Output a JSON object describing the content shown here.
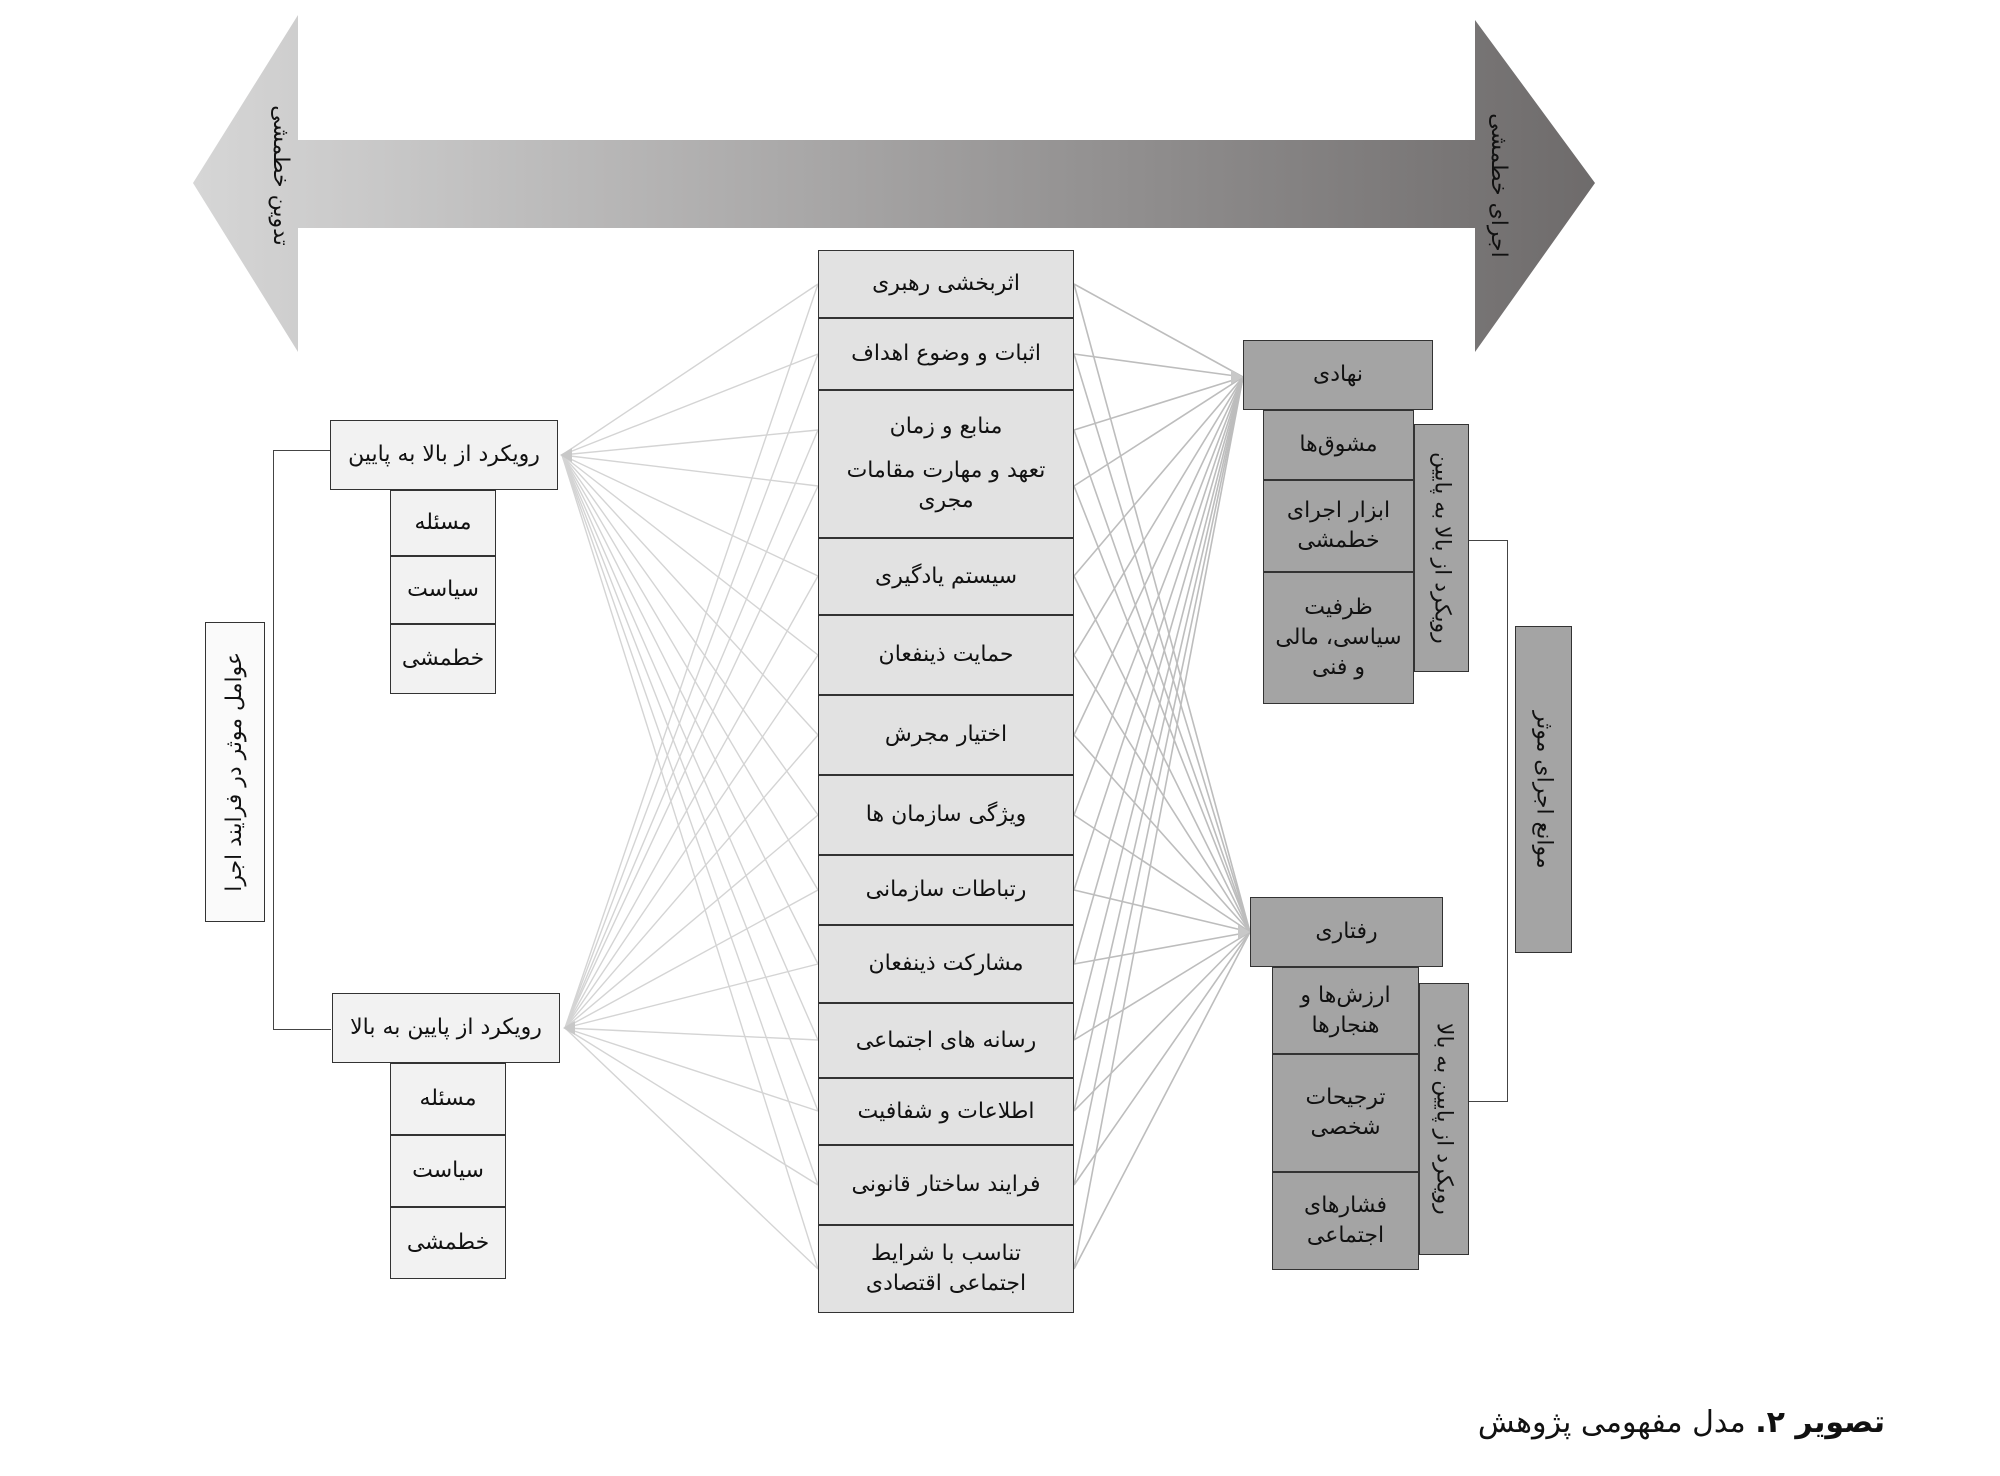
{
  "arrow": {
    "left_label": "تدوین خطمشی",
    "right_label": "اجرای خطمشی"
  },
  "left": {
    "side_label": "عوامل موثر در فرایند اجرا",
    "top_down": {
      "title": "رویکرد از بالا به پایین",
      "items": [
        "مسئله",
        "سیاست",
        "خطمشی"
      ]
    },
    "bottom_up": {
      "title": "رویکرد از پایین به بالا",
      "items": [
        "مسئله",
        "سیاست",
        "خطمشی"
      ]
    }
  },
  "center": {
    "factors": [
      "اثربخشی رهبری",
      "اثبات و وضوع اهداف",
      "منابع و زمان",
      "تعهد و مهارت مقامات مجری",
      "سیستم یادگیری",
      "حمایت ذینفعان",
      "اختیار مجرش",
      "ویژگی سازمان ها",
      "رتباطات سازمانی",
      "مشارکت ذینفعان",
      "رسانه های اجتماعی",
      "اطلاعات و شفافیت",
      "فرایند ساختار قانونی",
      "تناسب با شرایط اجتماعی اقتصادی"
    ]
  },
  "right": {
    "side_label": "موانع اجرای موثر",
    "institutional": {
      "title": "نهادی",
      "items": [
        "مشوق‌ها",
        "ابزار اجرای خطمشی",
        "ظرفیت سیاسی، مالی و فنی"
      ],
      "approach": "رویکرد از بالا به پایین"
    },
    "behavioral": {
      "title": "رفتاری",
      "items": [
        "ارزش‌ها و هنجارها",
        "ترجیحات شخصی",
        "فشارهای اجتماعی"
      ],
      "approach": "رویکرد از پایین به بالا"
    }
  },
  "caption": {
    "prefix": "تصویر ۲.",
    "text": "مدل مفهومی پژوهش"
  }
}
